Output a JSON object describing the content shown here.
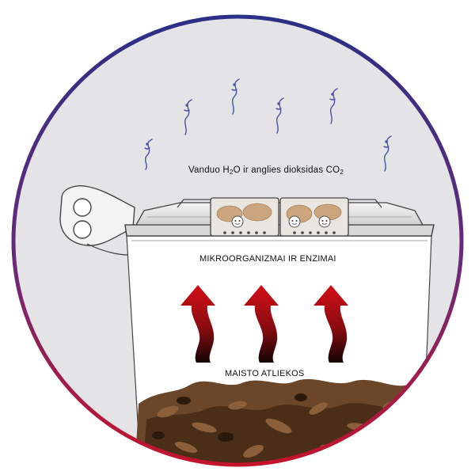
{
  "labels": {
    "gas_prefix": "Vanduo H",
    "gas_sub1": "2",
    "gas_mid": "O  ir  anglies dioksidas  CO",
    "gas_sub2": "2",
    "microbes": "MIKROORGANIZMAI  IR  ENZIMAI",
    "food": "MAISTO ATLIEKOS"
  },
  "colors": {
    "ring_top": "#2b2f86",
    "ring_bottom": "#c4142b",
    "background": "#e4e4e6",
    "vapor": "#4a4fa8",
    "arrow_top": "#c90d15",
    "arrow_bottom": "#1a0a0a",
    "soil": "#5b3a22"
  },
  "icons": [
    "vapor-swirl-icon",
    "heat-arrow-icon",
    "microbe-face-icon",
    "lid-handle-icon"
  ]
}
